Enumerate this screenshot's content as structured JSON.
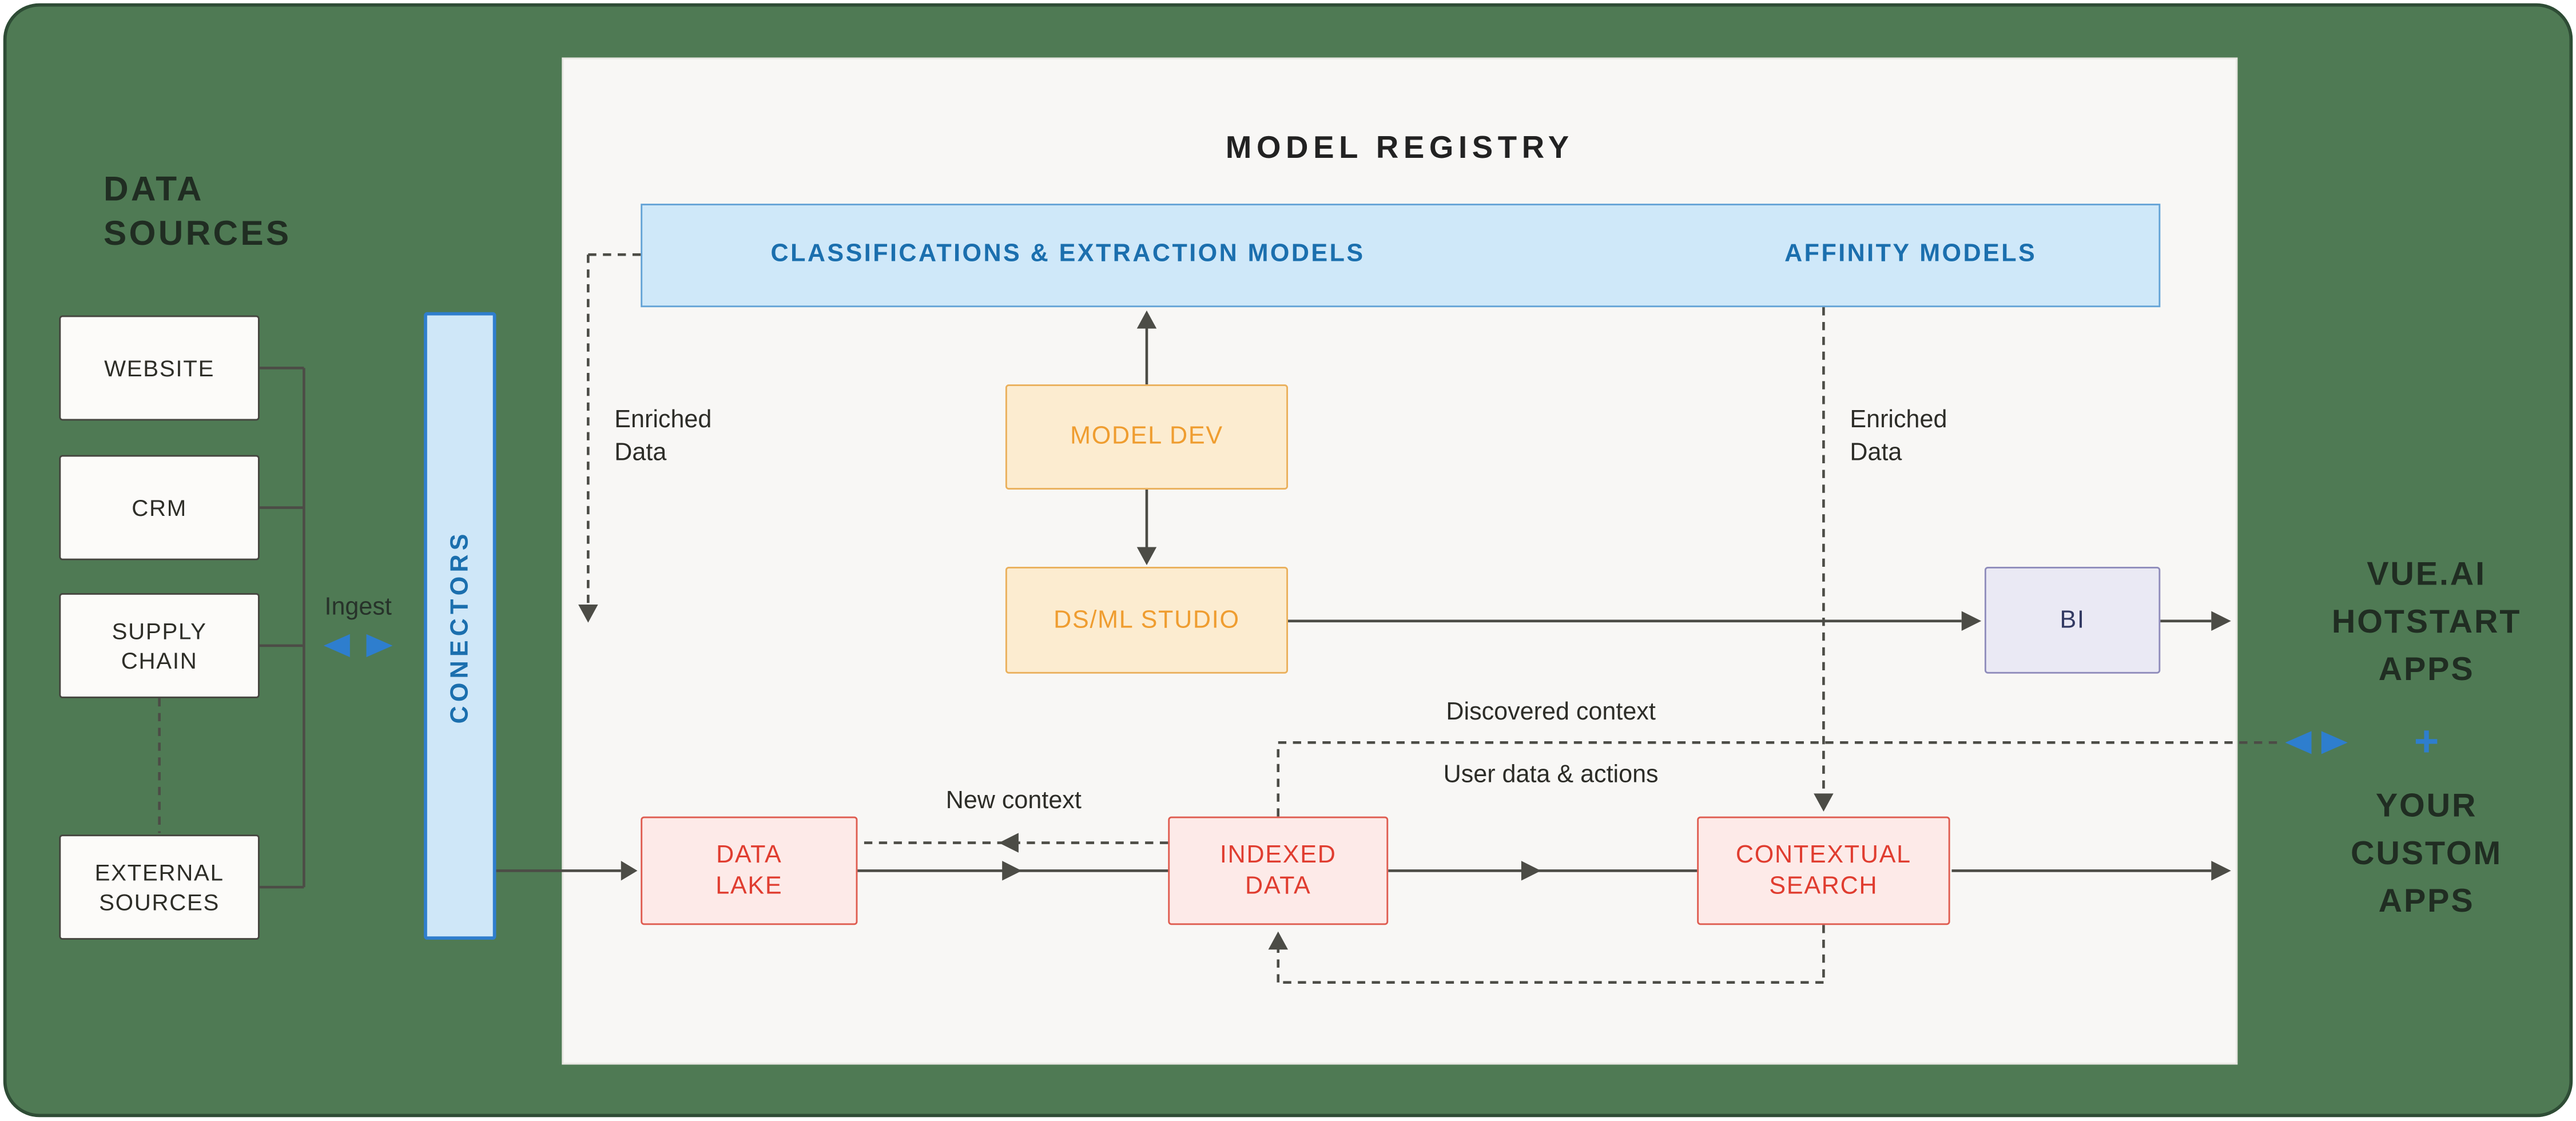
{
  "colors": {
    "background_green": "#4f7a54",
    "panel_white": "#f8f7f5",
    "accent_blue": "#2e7ece",
    "light_blue_fill": "#cfe7f8",
    "blue_text": "#1b6fae",
    "orange_fill": "#fcecd0",
    "orange_text": "#ef9d30",
    "red_fill": "#fdeae8",
    "red_text": "#e03d30",
    "bi_fill": "#eae9f4",
    "bi_text": "#333a63",
    "line_grey": "#4c4c46"
  },
  "left": {
    "title": "DATA\nSOURCES",
    "sources": [
      "WEBSITE",
      "CRM",
      "SUPPLY\nCHAIN",
      "EXTERNAL\nSOURCES"
    ],
    "ingest_label": "Ingest",
    "connector_label": "CONECTORS"
  },
  "registry": {
    "title": "MODEL REGISTRY",
    "models_bar": {
      "classification_label": "CLASSIFICATIONS & EXTRACTION MODELS",
      "affinity_label": "AFFINITY MODELS"
    },
    "nodes": {
      "model_dev": "MODEL DEV",
      "ds_ml_studio": "DS/ML STUDIO",
      "bi": "BI",
      "data_lake": "DATA\nLAKE",
      "indexed_data": "INDEXED\nDATA",
      "contextual_search": "CONTEXTUAL\nSEARCH"
    },
    "annotations": {
      "enriched_left": "Enriched\nData",
      "enriched_right": "Enriched\nData",
      "new_context": "New context",
      "discovered_context": "Discovered context",
      "user_data": "User data & actions"
    }
  },
  "right": {
    "hotstart_apps": "VUE.AI\nHOTSTART\nAPPS",
    "plus": "+",
    "custom_apps": "YOUR\nCUSTOM\nAPPS"
  }
}
